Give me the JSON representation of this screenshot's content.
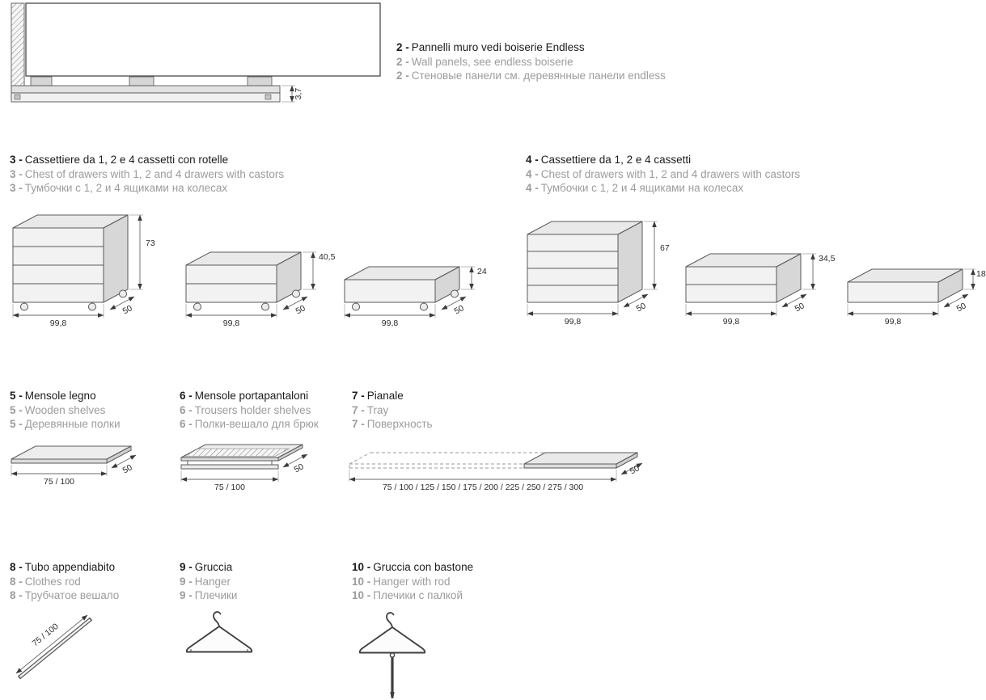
{
  "colors": {
    "text_primary": "#1c1c1c",
    "text_secondary": "#9c9c9c",
    "line": "#555555",
    "fill_light": "#f2f2f2",
    "fill_mid": "#e9e9e9",
    "fill_dark": "#d7d7d7"
  },
  "items": {
    "i2": {
      "it": {
        "num": "2 -",
        "text": "Pannelli muro vedi boiserie Endless"
      },
      "en": {
        "num": "2 -",
        "text": "Wall panels, see endless boiserie"
      },
      "ru": {
        "num": "2 -",
        "text": "Стеновые панели см. деревянные панели endless"
      },
      "dims": {
        "thickness": "3,7"
      }
    },
    "i3": {
      "it": {
        "num": "3 -",
        "text": "Cassettiere da 1, 2 e 4 cassetti con rotelle"
      },
      "en": {
        "num": "3 -",
        "text": "Chest of drawers with 1, 2 and 4 drawers with castors"
      },
      "ru": {
        "num": "3 -",
        "text": "Тумбочки с 1, 2 и 4 ящиками на колесах"
      },
      "units": [
        {
          "width": "99,8",
          "depth": "50",
          "height": "73"
        },
        {
          "width": "99,8",
          "depth": "50",
          "height": "40,5"
        },
        {
          "width": "99,8",
          "depth": "50",
          "height": "24"
        }
      ]
    },
    "i4": {
      "it": {
        "num": "4 -",
        "text": "Cassettiere da 1, 2 e 4 cassetti"
      },
      "en": {
        "num": "4 -",
        "text": "Chest of drawers with 1, 2 and 4 drawers with castors"
      },
      "ru": {
        "num": "4 -",
        "text": "Тумбочки с 1, 2 и 4 ящиками на колесах"
      },
      "units": [
        {
          "width": "99,8",
          "depth": "50",
          "height": "67"
        },
        {
          "width": "99,8",
          "depth": "50",
          "height": "34,5"
        },
        {
          "width": "99,8",
          "depth": "50",
          "height": "18"
        }
      ]
    },
    "i5": {
      "it": {
        "num": "5 -",
        "text": "Mensole legno"
      },
      "en": {
        "num": "5 -",
        "text": "Wooden shelves"
      },
      "ru": {
        "num": "5 -",
        "text": "Деревянные полки"
      },
      "dims": {
        "width": "75 / 100",
        "depth": "50"
      }
    },
    "i6": {
      "it": {
        "num": "6 -",
        "text": "Mensole portapantaloni"
      },
      "en": {
        "num": "6 -",
        "text": "Trousers holder shelves"
      },
      "ru": {
        "num": "6 -",
        "text": "Полки-вешало для брюк"
      },
      "dims": {
        "width": "75 / 100",
        "depth": "50"
      }
    },
    "i7": {
      "it": {
        "num": "7 -",
        "text": "Pianale"
      },
      "en": {
        "num": "7 -",
        "text": "Tray"
      },
      "ru": {
        "num": "7 -",
        "text": "Поверхность"
      },
      "dims": {
        "width": "75 / 100 / 125 / 150 / 175 / 200 / 225 / 250 / 275 / 300",
        "depth": "50"
      }
    },
    "i8": {
      "it": {
        "num": "8 -",
        "text": "Tubo appendiabito"
      },
      "en": {
        "num": "8 -",
        "text": "Clothes rod"
      },
      "ru": {
        "num": "8 -",
        "text": "Трубчатое вешало"
      },
      "dims": {
        "length": "75 / 100"
      }
    },
    "i9": {
      "it": {
        "num": "9 -",
        "text": "Gruccia"
      },
      "en": {
        "num": "9 -",
        "text": "Hanger"
      },
      "ru": {
        "num": "9 -",
        "text": "Плечики"
      }
    },
    "i10": {
      "it": {
        "num": "10 -",
        "text": "Gruccia con bastone"
      },
      "en": {
        "num": "10 -",
        "text": "Hanger with rod"
      },
      "ru": {
        "num": "10 -",
        "text": "Плечики с палкой"
      }
    }
  }
}
